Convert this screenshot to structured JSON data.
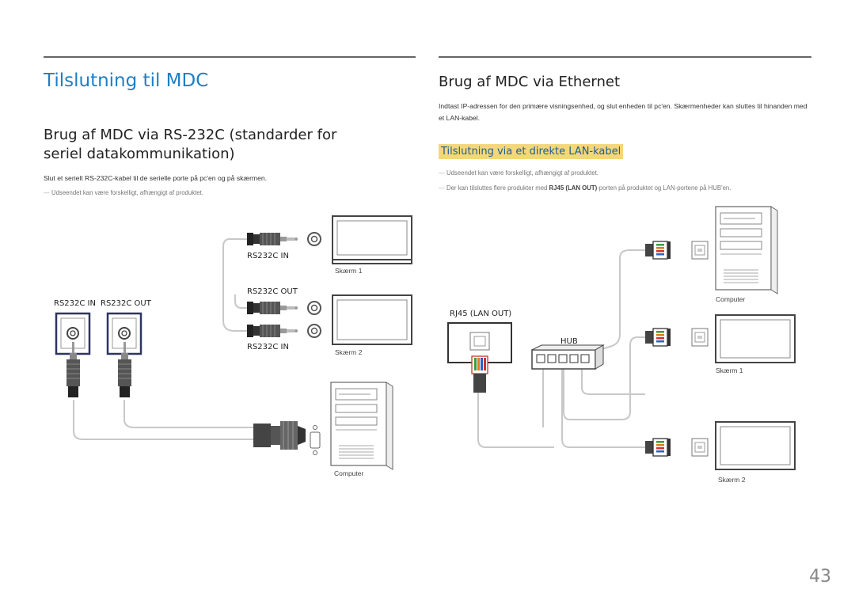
{
  "left": {
    "title": "Tilslutning til MDC",
    "section_title": "Brug af MDC via RS-232C (standarder for seriel datakommunikation)",
    "body": "Slut et serielt RS-232C-kabel til de serielle porte på pc'en og på skærmen.",
    "note": "Udseendet kan være forskelligt, afhængigt af produktet.",
    "diagram": {
      "rs232c_in_1": "RS232C IN",
      "rs232c_out": "RS232C OUT",
      "rs232c_in_2": "RS232C IN",
      "pc_port_in": "RS232C IN",
      "pc_port_out": "RS232C OUT",
      "screen1": "Skærm 1",
      "screen2": "Skærm 2",
      "computer": "Computer"
    }
  },
  "right": {
    "section_title": "Brug af MDC via Ethernet",
    "body": "Indtast IP-adressen for den primære visningsenhed, og slut enheden til pc'en. Skærmenheder kan sluttes til hinanden med et LAN-kabel.",
    "subsection_title": "Tilslutning via et direkte LAN-kabel",
    "note1": "Udseendet kan være forskelligt, afhængigt af produktet.",
    "note2_pre": "Der kan tilsluttes flere produkter med ",
    "note2_bold": "RJ45 (LAN OUT)",
    "note2_post": "-porten på produktet og LAN-portene på HUB'en.",
    "diagram": {
      "rj45_label": "RJ45 (LAN OUT)",
      "hub": "HUB",
      "computer": "Computer",
      "screen1": "Skærm 1",
      "screen2": "Skærm 2"
    }
  },
  "page_number": "43"
}
